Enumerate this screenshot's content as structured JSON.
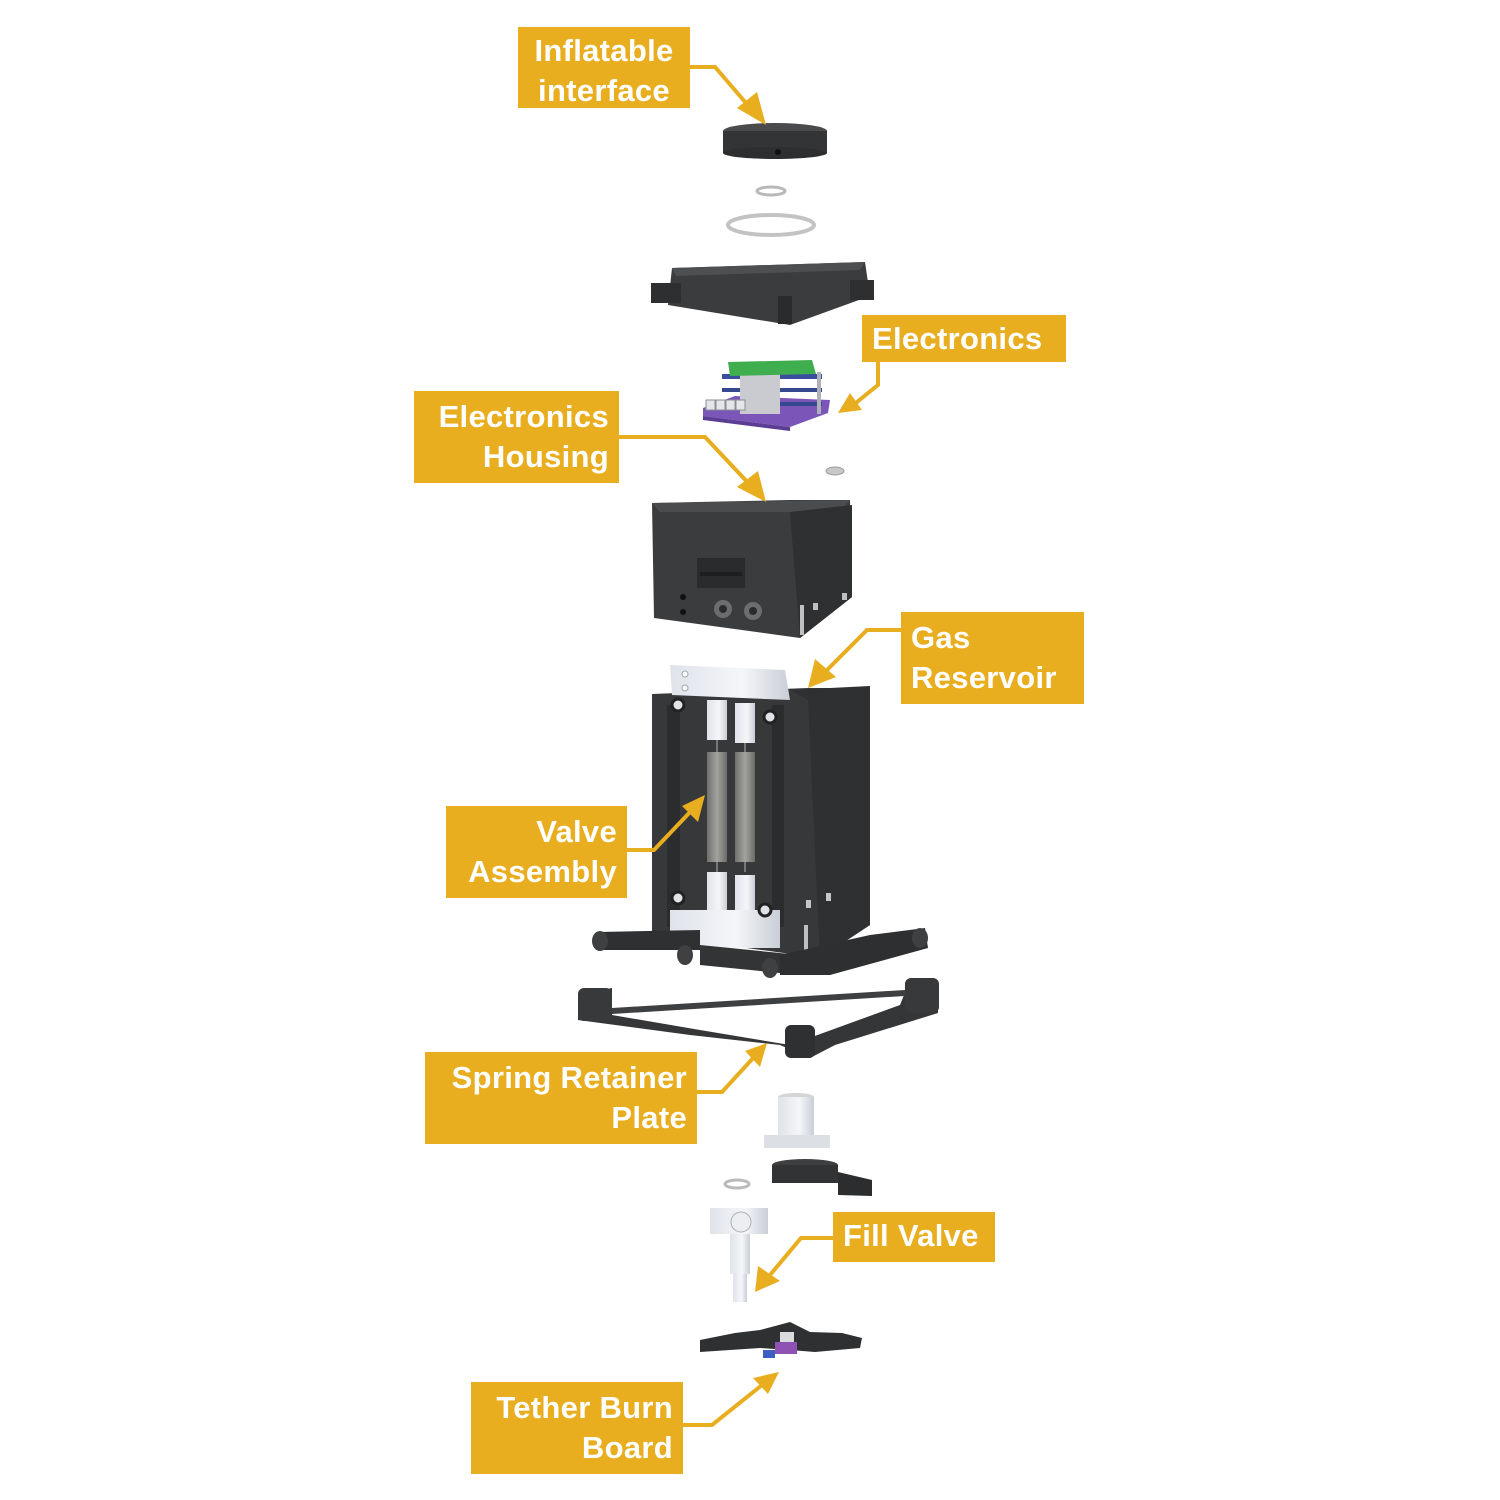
{
  "diagram": {
    "type": "exploded-assembly",
    "label_color": "#e8ae1f",
    "label_text_color": "#ffffff",
    "part_color_dark": "#3a3b3c",
    "labels": [
      {
        "id": "inflatable-interface",
        "lines": [
          "Inflatable",
          "interface"
        ]
      },
      {
        "id": "electronics",
        "lines": [
          "Electronics"
        ]
      },
      {
        "id": "electronics-housing",
        "lines": [
          "Electronics",
          "Housing"
        ]
      },
      {
        "id": "gas-reservoir",
        "lines": [
          "Gas",
          "Reservoir"
        ]
      },
      {
        "id": "valve-assembly",
        "lines": [
          "Valve",
          "Assembly"
        ]
      },
      {
        "id": "spring-retainer-plate",
        "lines": [
          "Spring Retainer",
          "Plate"
        ]
      },
      {
        "id": "fill-valve",
        "lines": [
          "Fill Valve"
        ]
      },
      {
        "id": "tether-burn-board",
        "lines": [
          "Tether Burn",
          "Board"
        ]
      }
    ],
    "parts_top_to_bottom": [
      "inflatable-interface-cap",
      "small-o-ring",
      "large-o-ring",
      "top-lid",
      "electronics-pcb-stack",
      "small-washer",
      "electronics-housing",
      "gas-reservoir-with-valve-assembly",
      "spring-retainer-plate",
      "fill-valve-adapter",
      "fill-valve-mount",
      "fill-valve-o-ring",
      "fill-valve",
      "tether-burn-board"
    ]
  }
}
